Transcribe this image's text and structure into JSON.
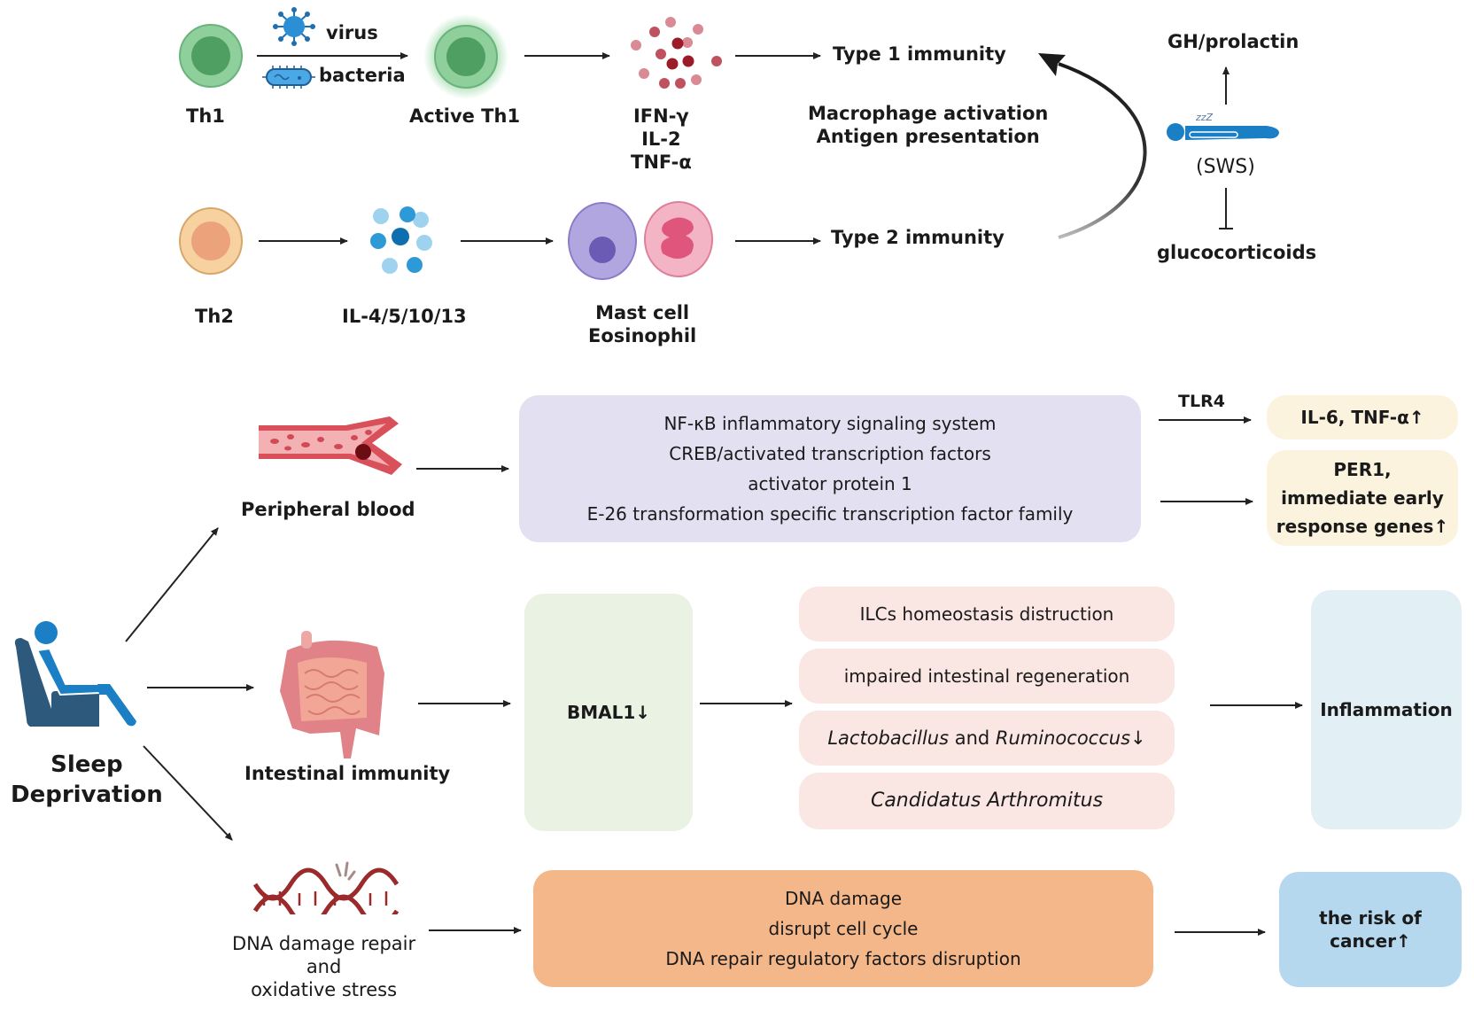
{
  "colors": {
    "th1_cell": "#5aa96e",
    "th2_cell": "#f4c48d",
    "ifn_dots": "#b3303d",
    "il_dots": "#1b8ad0",
    "mast_cell": "#9e8ed2",
    "eosinophil": "#e66b8c",
    "sleeper_blue": "#1a7fc4",
    "chair_dark": "#2d5a7c",
    "purple_box": "#e3e0f2",
    "yellow_box": "#fbf3de",
    "green_box": "#e9f2e3",
    "pink_box": "#fae6e2",
    "light_blue_box": "#e2eff5",
    "orange_box": "#f4b78a",
    "blue_box": "#b6d8ef",
    "arrow": "#222222"
  },
  "top": {
    "th1": {
      "cell_label": "Th1",
      "virus_label": "virus",
      "bacteria_label": "bacteria",
      "active_label": "Active Th1",
      "cytokines": [
        "IFN-γ",
        "IL-2",
        "TNF-α"
      ],
      "outcome": "Type 1 immunity",
      "effects": [
        "Macrophage activation",
        "Antigen presentation"
      ]
    },
    "th2": {
      "cell_label": "Th2",
      "cytokines": "IL-4/5/10/13",
      "effector_cells": [
        "Mast cell",
        "Eosinophil"
      ],
      "outcome": "Type 2 immunity"
    },
    "sws": {
      "up_label": "GH/prolactin",
      "state_label": "(SWS)",
      "sleep_symbol": "zzZ",
      "down_label": "glucocorticoids"
    }
  },
  "bottom": {
    "source": {
      "label_line1": "Sleep",
      "label_line2": "Deprivation"
    },
    "peripheral": {
      "label": "Peripheral blood",
      "pathways": [
        "NF-κB inflammatory signaling system",
        "CREB/activated transcription factors",
        "activator protein 1",
        "E-26 transformation specific transcription factor family"
      ],
      "tlr_label": "TLR4",
      "out1": "IL-6, TNF-α↑",
      "out2": [
        "PER1,",
        "immediate early",
        "response genes↑"
      ]
    },
    "intestinal": {
      "label": "Intestinal immunity",
      "bmal": "BMAL1↓",
      "effects": [
        {
          "text": "ILCs homeostasis distruction"
        },
        {
          "text": "impaired intestinal regeneration"
        },
        {
          "italic1": "Lactobacillus",
          "plain": " and ",
          "italic2": "Ruminococcus",
          "suffix": "↓"
        },
        {
          "italic1": "Candidatus Arthromitus"
        }
      ],
      "outcome": "Inflammation"
    },
    "dna": {
      "label": [
        "DNA damage repair",
        "and",
        "oxidative stress"
      ],
      "effects": [
        "DNA damage",
        "disrupt cell cycle",
        "DNA repair regulatory factors disruption"
      ],
      "outcome": [
        "the risk of",
        "cancer↑"
      ]
    }
  }
}
